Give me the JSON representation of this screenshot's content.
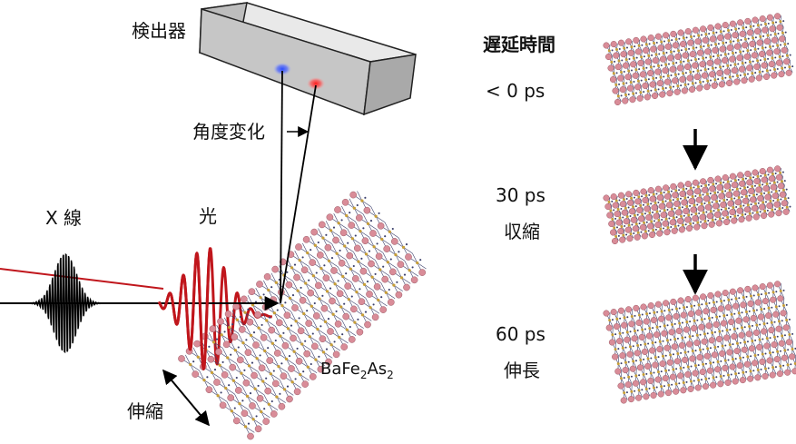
{
  "labels": {
    "detector": "検出器",
    "angle_change": "角度変化",
    "xray": "X 線",
    "light": "光",
    "material_base": "BaFe",
    "material_sub1": "2",
    "material_mid": "As",
    "material_sub2": "2",
    "strain": "伸縮"
  },
  "timeline": {
    "title": "遅延時間",
    "stages": [
      {
        "time": "< 0 ps",
        "state": ""
      },
      {
        "time": "30 ps",
        "state": "収縮"
      },
      {
        "time": "60 ps",
        "state": "伸長"
      }
    ]
  },
  "colors": {
    "laser": "#c0161c",
    "xray": "#000000",
    "atom_pink": "#d98c98",
    "atom_gold": "#c9a037",
    "bond": "#3a3f6b",
    "detector_face": "#c9c9c9",
    "detector_top": "#e6e6e6",
    "spot_blue": "#1f3fd6",
    "spot_red": "#e01010"
  }
}
